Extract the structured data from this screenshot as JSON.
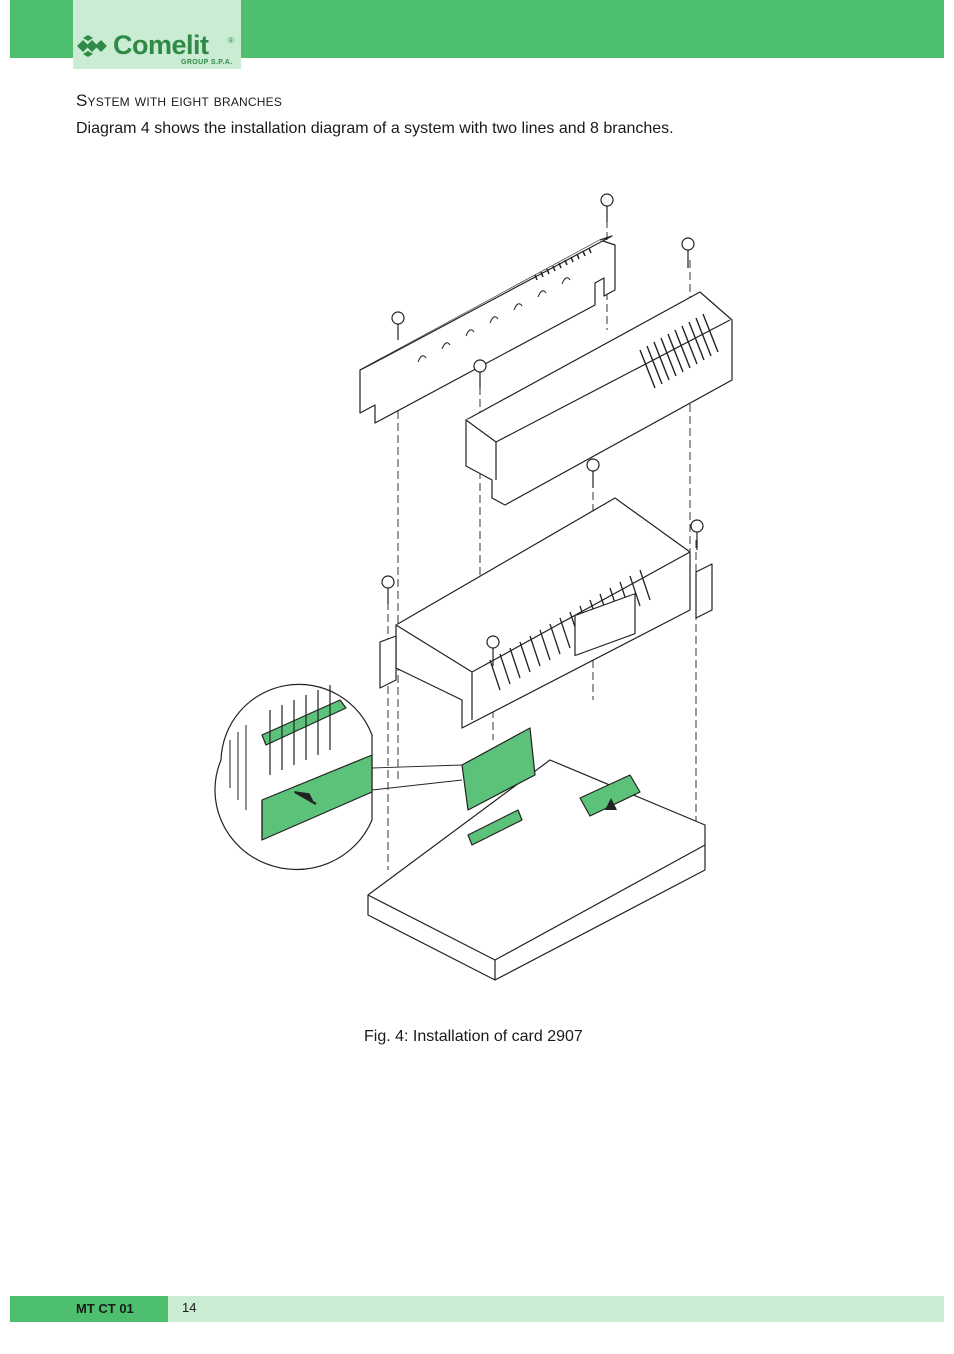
{
  "header": {
    "logo_word": "Comelit",
    "logo_reg": "®",
    "logo_sub": "GROUP S.P.A."
  },
  "section": {
    "title": "System with eight branches",
    "body": "Diagram 4 shows the installation diagram of a system with two lines and 8 branches."
  },
  "figure": {
    "caption": "Fig. 4: Installation of card 2907"
  },
  "footer": {
    "doc_code": "MT CT 01",
    "page_number": "14"
  },
  "colors": {
    "header_green": "#4dbf6e",
    "light_green": "#c9ecd2",
    "card_green": "#5cc27a",
    "logo_green": "#2f8a47"
  }
}
